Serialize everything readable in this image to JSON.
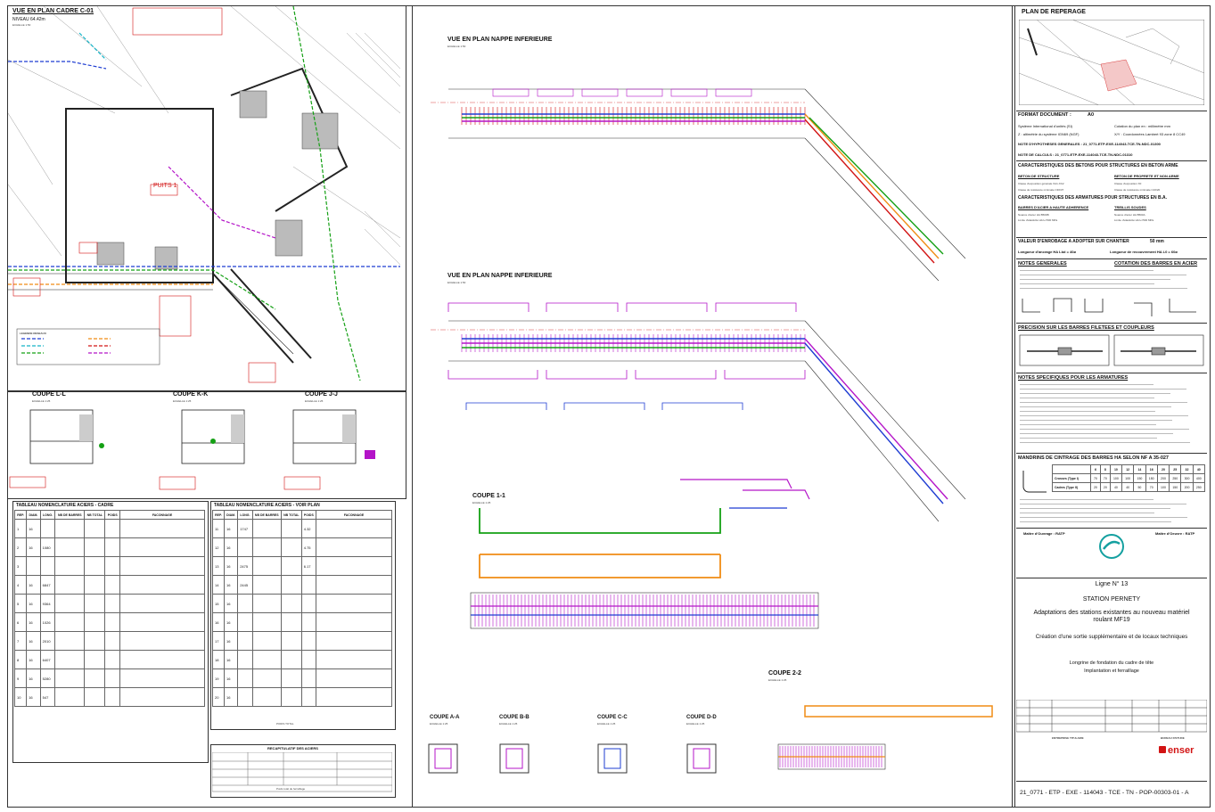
{
  "colors": {
    "frame": "#333333",
    "green": "#14a014",
    "blue": "#1e3cd2",
    "magenta": "#b414c8",
    "orange": "#f08c14",
    "red": "#d21414",
    "cyan": "#14b4c8"
  },
  "left_plan": {
    "title": "VUE EN PLAN CADRE C-01",
    "level": "NIVEAU 64.42m",
    "scale": "ECHELLE 1:50",
    "shaft": "PUITS 1",
    "legend_title": "LEGENDE RESEAUX"
  },
  "sections_top": [
    {
      "title": "COUPE L-L",
      "scale": "ECHELLE 1:25"
    },
    {
      "title": "COUPE K-K",
      "scale": "ECHELLE 1:25"
    },
    {
      "title": "COUPE J-J",
      "scale": "ECHELLE 1:25"
    }
  ],
  "nomenclature": {
    "title_1": "TABLEAU NOMENCLATURE ACIERS - CADRE",
    "title_2": "TABLEAU NOMENCLATURE ACIERS - VOIR PLAN",
    "headers": [
      "REP.",
      "DIAM.",
      "LONG.",
      "NB DE BARRES",
      "NB TOTAL",
      "POIDS",
      "FACONNAGE"
    ],
    "rows_1": [
      [
        "1",
        "16",
        "",
        "",
        "",
        "",
        ""
      ],
      [
        "2",
        "16",
        "1080",
        "",
        "",
        "",
        ""
      ],
      [
        "3",
        "",
        "",
        "",
        "",
        "",
        ""
      ],
      [
        "4",
        "16",
        "6847",
        "",
        "",
        "",
        ""
      ],
      [
        "5",
        "16",
        "9364",
        "",
        "",
        "",
        ""
      ],
      [
        "6",
        "16",
        "1026",
        "",
        "",
        "",
        ""
      ],
      [
        "7",
        "16",
        "2010",
        "",
        "",
        "",
        ""
      ],
      [
        "8",
        "16",
        "6407",
        "",
        "",
        "",
        ""
      ],
      [
        "9",
        "16",
        "5280",
        "",
        "",
        "",
        ""
      ],
      [
        "10",
        "16",
        "547",
        "",
        "",
        "",
        ""
      ]
    ],
    "rows_2": [
      [
        "11",
        "16",
        "1747",
        "",
        "",
        "4.32",
        ""
      ],
      [
        "12",
        "16",
        "",
        "",
        "",
        "4.75",
        ""
      ],
      [
        "13",
        "16",
        "2475",
        "",
        "",
        "6.17",
        ""
      ],
      [
        "14",
        "16",
        "2445",
        "",
        "",
        "",
        ""
      ],
      [
        "15",
        "16",
        "",
        "",
        "",
        "",
        ""
      ],
      [
        "16",
        "16",
        "",
        "",
        "",
        "",
        ""
      ],
      [
        "17",
        "16",
        "",
        "",
        "",
        "",
        ""
      ],
      [
        "18",
        "16",
        "",
        "",
        "",
        "",
        ""
      ],
      [
        "19",
        "16",
        "",
        "",
        "",
        "",
        ""
      ],
      [
        "20",
        "16",
        "",
        "",
        "",
        "",
        ""
      ]
    ],
    "total_label": "POIDS TOTAL"
  },
  "recap": {
    "title": "RECAPITULATIF DES ACIERS",
    "footer": "Poids total de ferraillage"
  },
  "center": {
    "plan_top": {
      "title": "VUE EN PLAN NAPPE INFERIEURE",
      "scale": "ECHELLE 1:50"
    },
    "plan_mid": {
      "title": "VUE EN PLAN NAPPE INFERIEURE",
      "scale": "ECHELLE 1:50"
    },
    "coupe_11": {
      "title": "COUPE 1-1",
      "scale": "ECHELLE 1:25"
    },
    "coupe_22": {
      "title": "COUPE 2-2",
      "scale": "ECHELLE 1:25"
    },
    "small_sections": [
      {
        "title": "COUPE A-A",
        "scale": "ECHELLE 1:25"
      },
      {
        "title": "COUPE B-B",
        "scale": "ECHELLE 1:25"
      },
      {
        "title": "COUPE C-C",
        "scale": "ECHELLE 1:25"
      },
      {
        "title": "COUPE D-D",
        "scale": "ECHELLE 1:25"
      }
    ]
  },
  "right": {
    "reperage_title": "PLAN DE REPERAGE",
    "format_label": "FORMAT DOCUMENT :",
    "format_value": "A0",
    "units": "Système International d'unités (SI)",
    "cotation": "Cotation du plan en : millimètre mm",
    "altitude": "Z : altimétrie du système IGN69 (NGF)",
    "coords": "X/Y : Coordonnées Lambert 93 zone 8 CC49",
    "note_hyp": "NOTE D'HYPOTHESES GENERALES : 21_0771-ETP-EXE-114043-TCE-TN-NDC-01300",
    "note_calc": "NOTE DE CALCULS : 21_0771-ETP-EXE-114043-TCE-TN-NDC-01310",
    "betons_title": "CARACTERISTIQUES DES BETONS POUR STRUCTURES EN BETON ARME",
    "beton_structure": "BETON DE STRUCTURE",
    "beton_proprete": "BETON DE PROPRETE ET NON ARME",
    "expo_1": "Classe d'exposition générale   XA1-XC2",
    "resist_1": "Classe de résistance minimale   C30/37",
    "expo_2": "Classe d'exposition   X0",
    "resist_2": "Classe de résistance minimale   C16/20",
    "armatures_title": "CARACTERISTIQUES DES ARMATURES POUR STRUCTURES EN B.A.",
    "barres_title": "BARRES D'ACIER A HAUTE ADHERENCE",
    "treillis_title": "TREILLIS SOUDES",
    "nuance_1": "Nuance d'acier HA   B500B",
    "limite_1": "Limite d'élasticité HA   fₑ=500 MPa",
    "nuance_2": "Nuance d'acier HA   B500A",
    "limite_2": "Limite d'élasticité HA   fₑ=500 MPa",
    "enrobage_title": "VALEUR D'ENROBAGE A ADOPTER SUR CHANTIER",
    "enrobage_value": "50 mm",
    "ancrage": "Longueur d'ancrage HA   Lbd = 40ø",
    "recouvrement": "Longueur de recouvrement HA   L0 = 60ø",
    "notes_gen": "NOTES GENERALES",
    "cotation_barres": "COTATION DES BARRES EN ACIER",
    "precision": "PRECISION SUR LES BARRES FILETEES ET COUPLEURS",
    "notes_spec": "NOTES SPECIFIQUES POUR LES ARMATURES",
    "mandrins": "MANDRINS DE CINTRAGE DES BARRES HA SELON NF A 35-027",
    "diametres": [
      "6",
      "8",
      "10",
      "12",
      "14",
      "16",
      "20",
      "25",
      "32",
      "40"
    ],
    "crosses": [
      "70",
      "70",
      "100",
      "100",
      "150",
      "150",
      "200",
      "250",
      "300",
      "400"
    ],
    "cadres": [
      "20",
      "20",
      "40",
      "40",
      "50",
      "70",
      "100",
      "150",
      "200",
      "250"
    ],
    "crosses_label": "Crosses (Type I)",
    "cadres_label": "Cadres (Type II)",
    "moa": "Maître d'Ouvrage : RATP",
    "moe": "Maître d'Oeuvre : RATP",
    "ligne": "Ligne N° 13",
    "station": "STATION PERNETY",
    "desc1": "Adaptations des stations existantes au nouveau matériel roulant MF19",
    "desc2": "Création d'une sortie supplémentaire et de locaux techniques",
    "desc3": "Longrine de fondation du cadre de tête",
    "desc4": "Implantation et ferraillage",
    "entreprise": "ENTREPRISE TITULAIRE",
    "bureau": "BUREAU D'ETUDE",
    "bureau_logo": "enser",
    "doc_number": "21_0771 - ETP - EXE - 114043 - TCE - TN - POP-00303-01 - A"
  }
}
